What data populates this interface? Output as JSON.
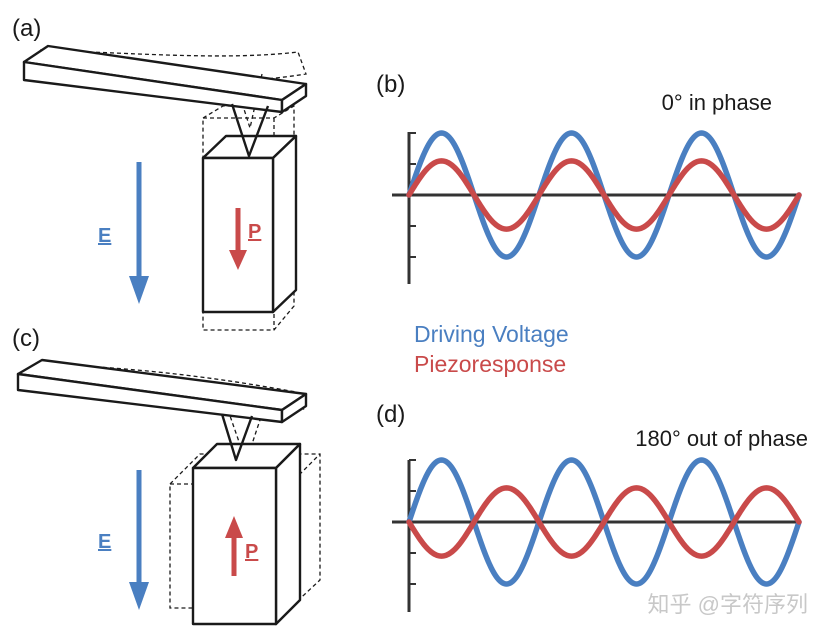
{
  "panels": {
    "a": {
      "label": "(a)",
      "field_label": "E",
      "polarization_label": "P"
    },
    "b": {
      "label": "(b)",
      "caption": "0° in phase",
      "phase_deg": 0
    },
    "c": {
      "label": "(c)",
      "field_label": "E",
      "polarization_label": "P"
    },
    "d": {
      "label": "(d)",
      "caption": "180° out of phase",
      "phase_deg": 180
    }
  },
  "legend": {
    "driving": "Driving Voltage",
    "response": "Piezoresponse"
  },
  "waves": {
    "cycles": 3,
    "driving_amplitude": 1.0,
    "response_amplitude": 0.55
  },
  "colors": {
    "driving": "#4a7fc1",
    "response": "#c94a4a",
    "axis": "#333333",
    "outline": "#1a1a1a"
  },
  "watermark": "知乎 @字符序列"
}
